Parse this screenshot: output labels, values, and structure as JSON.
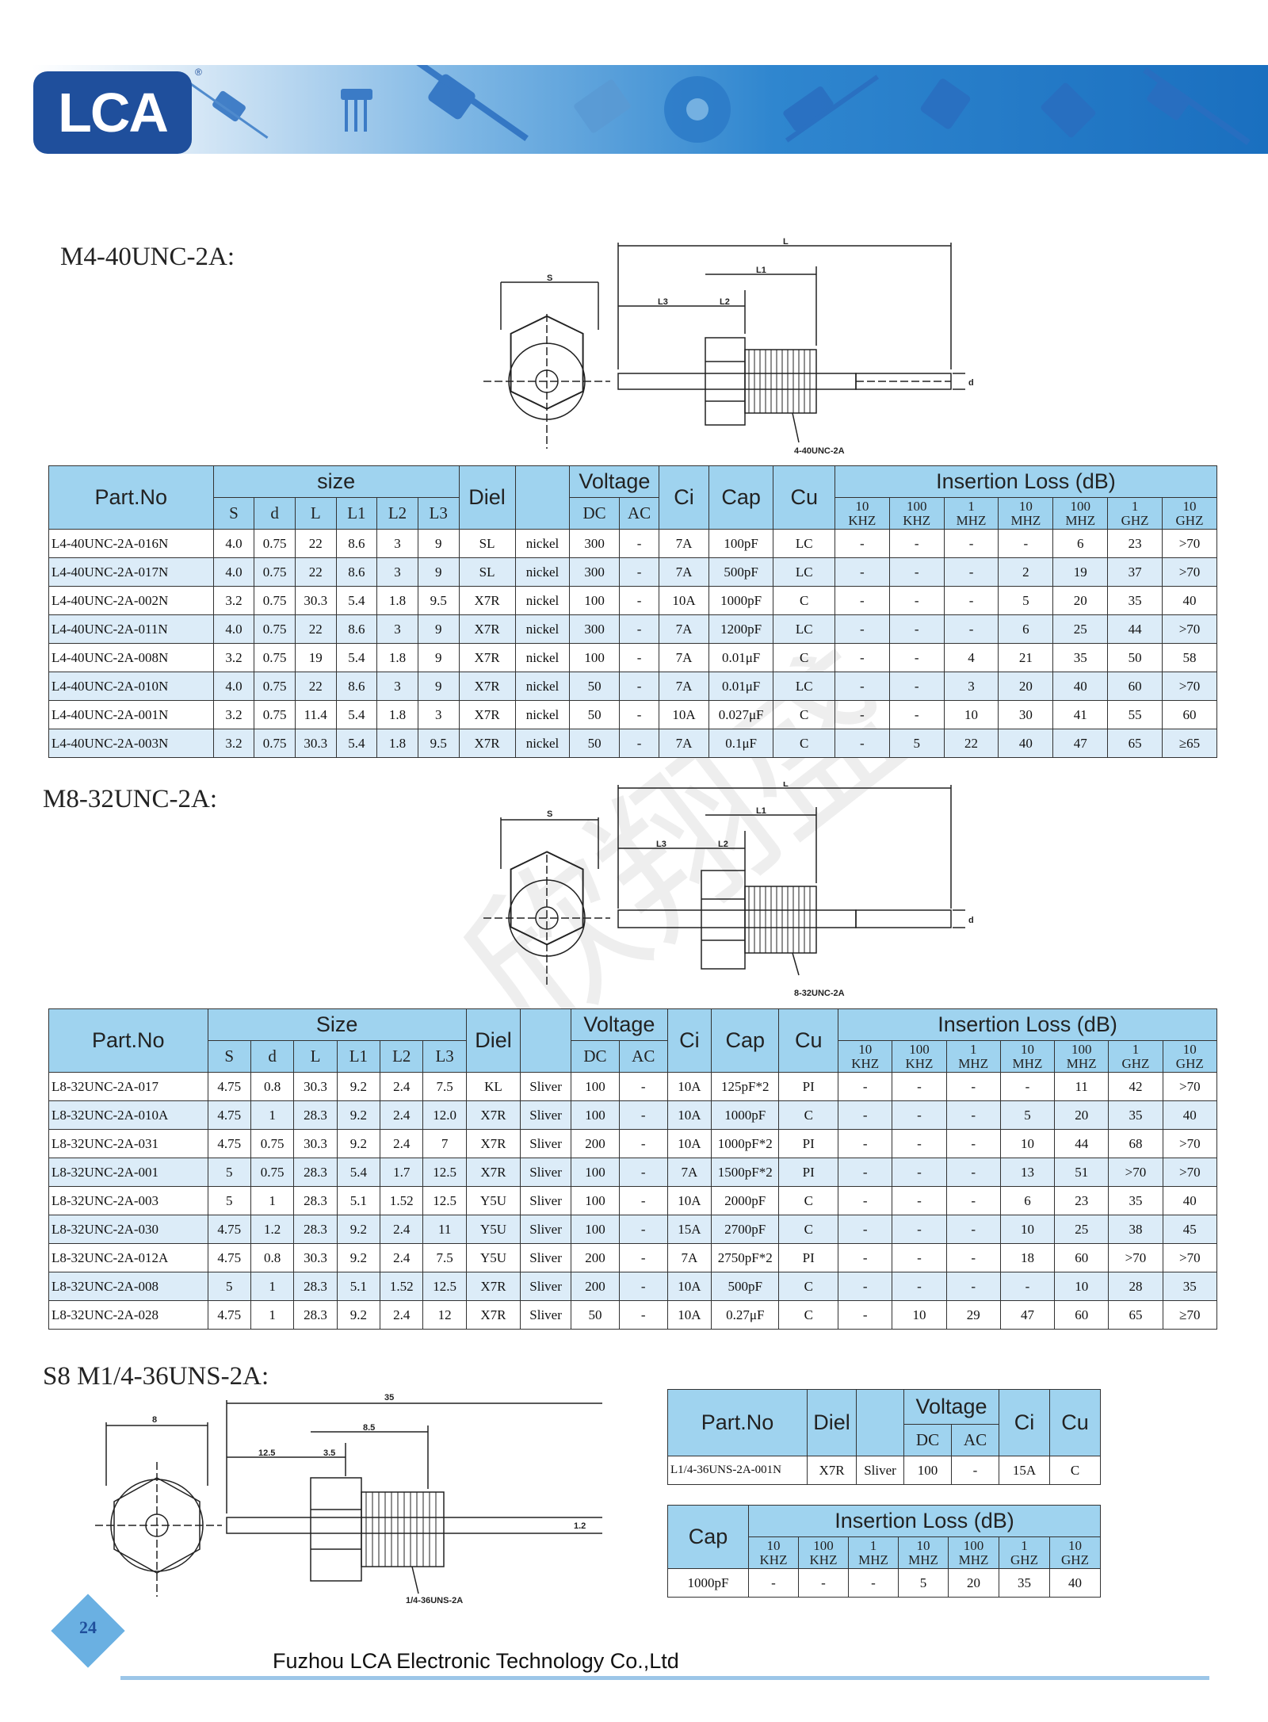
{
  "brand": {
    "logo_text": "LCA",
    "registered": "®",
    "colors": {
      "navy": "#1f4f9c",
      "header_fill": "#9fd3ef",
      "row_alt": "#dcecf8",
      "banner_blue": "#1a6fbf"
    }
  },
  "watermark": "欣翔盛",
  "page_number": "24",
  "footer": "Fuzhou LCA Electronic Technology Co.,Ltd",
  "sections": {
    "m4": {
      "title": "M4-40UNC-2A:",
      "drawing": {
        "S": "S",
        "L": "L",
        "L1": "L1",
        "L2": "L2",
        "L3": "L3",
        "d": "d",
        "thread": "4-40UNC-2A"
      }
    },
    "m8": {
      "title": "M8-32UNC-2A:",
      "drawing": {
        "S": "S",
        "L": "L",
        "L1": "L1",
        "L2": "L2",
        "L3": "L3",
        "d": "d",
        "thread": "8-32UNC-2A"
      }
    },
    "s8": {
      "title": "S8 M1/4-36UNS-2A:",
      "drawing": {
        "dim_35": "35",
        "dim_8": "8",
        "dim_8_5": "8.5",
        "dim_12_5": "12.5",
        "dim_3_5": "3.5",
        "dim_1_2": "1.2",
        "thread": "1/4-36UNS-2A"
      }
    }
  },
  "headers": {
    "part_no": "Part.No",
    "size_m4": "size",
    "size_m8": "Size",
    "diel": "Diel",
    "voltage": "Voltage",
    "ci": "Ci",
    "cap": "Cap",
    "cu": "Cu",
    "insertion_loss": "Insertion Loss (dB)",
    "dims": [
      "S",
      "d",
      "L",
      "L1",
      "L2",
      "L3"
    ],
    "dc": "DC",
    "ac": "AC",
    "freqs": [
      [
        "10",
        "KHZ"
      ],
      [
        "100",
        "KHZ"
      ],
      [
        "1",
        "MHZ"
      ],
      [
        "10",
        "MHZ"
      ],
      [
        "100",
        "MHZ"
      ],
      [
        "1",
        "GHZ"
      ],
      [
        "10",
        "GHZ"
      ]
    ]
  },
  "table_m4": [
    [
      "L4-40UNC-2A-016N",
      "4.0",
      "0.75",
      "22",
      "8.6",
      "3",
      "9",
      "SL",
      "nickel",
      "300",
      "-",
      "7A",
      "100pF",
      "LC",
      "-",
      "-",
      "-",
      "-",
      "6",
      "23",
      ">70"
    ],
    [
      "L4-40UNC-2A-017N",
      "4.0",
      "0.75",
      "22",
      "8.6",
      "3",
      "9",
      "SL",
      "nickel",
      "300",
      "-",
      "7A",
      "500pF",
      "LC",
      "-",
      "-",
      "-",
      "2",
      "19",
      "37",
      ">70"
    ],
    [
      "L4-40UNC-2A-002N",
      "3.2",
      "0.75",
      "30.3",
      "5.4",
      "1.8",
      "9.5",
      "X7R",
      "nickel",
      "100",
      "-",
      "10A",
      "1000pF",
      "C",
      "-",
      "-",
      "-",
      "5",
      "20",
      "35",
      "40"
    ],
    [
      "L4-40UNC-2A-011N",
      "4.0",
      "0.75",
      "22",
      "8.6",
      "3",
      "9",
      "X7R",
      "nickel",
      "300",
      "-",
      "7A",
      "1200pF",
      "LC",
      "-",
      "-",
      "-",
      "6",
      "25",
      "44",
      ">70"
    ],
    [
      "L4-40UNC-2A-008N",
      "3.2",
      "0.75",
      "19",
      "5.4",
      "1.8",
      "9",
      "X7R",
      "nickel",
      "100",
      "-",
      "7A",
      "0.01μF",
      "C",
      "-",
      "-",
      "4",
      "21",
      "35",
      "50",
      "58"
    ],
    [
      "L4-40UNC-2A-010N",
      "4.0",
      "0.75",
      "22",
      "8.6",
      "3",
      "9",
      "X7R",
      "nickel",
      "50",
      "-",
      "7A",
      "0.01μF",
      "LC",
      "-",
      "-",
      "3",
      "20",
      "40",
      "60",
      ">70"
    ],
    [
      "L4-40UNC-2A-001N",
      "3.2",
      "0.75",
      "11.4",
      "5.4",
      "1.8",
      "3",
      "X7R",
      "nickel",
      "50",
      "-",
      "10A",
      "0.027μF",
      "C",
      "-",
      "-",
      "10",
      "30",
      "41",
      "55",
      "60"
    ],
    [
      "L4-40UNC-2A-003N",
      "3.2",
      "0.75",
      "30.3",
      "5.4",
      "1.8",
      "9.5",
      "X7R",
      "nickel",
      "50",
      "-",
      "7A",
      "0.1μF",
      "C",
      "-",
      "5",
      "22",
      "40",
      "47",
      "65",
      "≥65"
    ]
  ],
  "table_m8": [
    [
      "L8-32UNC-2A-017",
      "4.75",
      "0.8",
      "30.3",
      "9.2",
      "2.4",
      "7.5",
      "KL",
      "Sliver",
      "100",
      "-",
      "10A",
      "125pF*2",
      "PI",
      "-",
      "-",
      "-",
      "-",
      "11",
      "42",
      ">70"
    ],
    [
      "L8-32UNC-2A-010A",
      "4.75",
      "1",
      "28.3",
      "9.2",
      "2.4",
      "12.0",
      "X7R",
      "Sliver",
      "100",
      "-",
      "10A",
      "1000pF",
      "C",
      "-",
      "-",
      "-",
      "5",
      "20",
      "35",
      "40"
    ],
    [
      "L8-32UNC-2A-031",
      "4.75",
      "0.75",
      "30.3",
      "9.2",
      "2.4",
      "7",
      "X7R",
      "Sliver",
      "200",
      "-",
      "10A",
      "1000pF*2",
      "PI",
      "-",
      "-",
      "-",
      "10",
      "44",
      "68",
      ">70"
    ],
    [
      "L8-32UNC-2A-001",
      "5",
      "0.75",
      "28.3",
      "5.4",
      "1.7",
      "12.5",
      "X7R",
      "Sliver",
      "100",
      "-",
      "7A",
      "1500pF*2",
      "PI",
      "-",
      "-",
      "-",
      "13",
      "51",
      ">70",
      ">70"
    ],
    [
      "L8-32UNC-2A-003",
      "5",
      "1",
      "28.3",
      "5.1",
      "1.52",
      "12.5",
      "Y5U",
      "Sliver",
      "100",
      "-",
      "10A",
      "2000pF",
      "C",
      "-",
      "-",
      "-",
      "6",
      "23",
      "35",
      "40"
    ],
    [
      "L8-32UNC-2A-030",
      "4.75",
      "1.2",
      "28.3",
      "9.2",
      "2.4",
      "11",
      "Y5U",
      "Sliver",
      "100",
      "-",
      "15A",
      "2700pF",
      "C",
      "-",
      "-",
      "-",
      "10",
      "25",
      "38",
      "45"
    ],
    [
      "L8-32UNC-2A-012A",
      "4.75",
      "0.8",
      "30.3",
      "9.2",
      "2.4",
      "7.5",
      "Y5U",
      "Sliver",
      "200",
      "-",
      "7A",
      "2750pF*2",
      "PI",
      "-",
      "-",
      "-",
      "18",
      "60",
      ">70",
      ">70"
    ],
    [
      "L8-32UNC-2A-008",
      "5",
      "1",
      "28.3",
      "5.1",
      "1.52",
      "12.5",
      "X7R",
      "Sliver",
      "200",
      "-",
      "10A",
      "500pF",
      "C",
      "-",
      "-",
      "-",
      "-",
      "10",
      "28",
      "35"
    ],
    [
      "L8-32UNC-2A-028",
      "4.75",
      "1",
      "28.3",
      "9.2",
      "2.4",
      "12",
      "X7R",
      "Sliver",
      "50",
      "-",
      "10A",
      "0.27μF",
      "C",
      "-",
      "10",
      "29",
      "47",
      "60",
      "65",
      "≥70"
    ]
  ],
  "table_s8a": [
    [
      "L1/4-36UNS-2A-001N",
      "X7R",
      "Sliver",
      "100",
      "-",
      "15A",
      "C"
    ]
  ],
  "table_s8b": [
    [
      "1000pF",
      "-",
      "-",
      "-",
      "5",
      "20",
      "35",
      "40"
    ]
  ]
}
